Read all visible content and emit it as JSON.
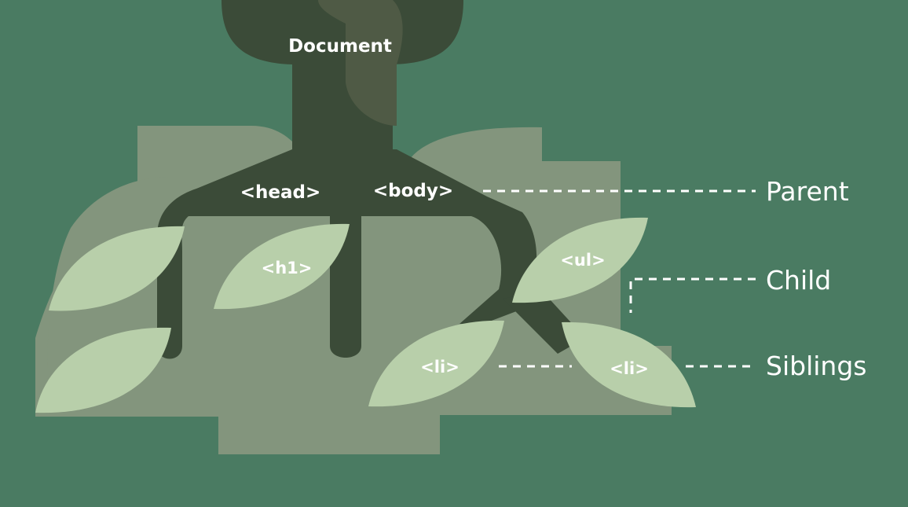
{
  "diagram": {
    "root_label": "Document",
    "nodes": {
      "head": "<head>",
      "body": "<body>",
      "h1": "<h1>",
      "ul": "<ul>",
      "li_left": "<li>",
      "li_right": "<li>"
    },
    "relations": {
      "parent": "Parent",
      "child": "Child",
      "siblings": "Siblings"
    }
  },
  "colors": {
    "background": "#4a7b62",
    "foliage": "#83957d",
    "trunk_dark": "#3b4b38",
    "trunk_light": "#4f5a45",
    "leaf": "#b8cfaa",
    "text": "#ffffff"
  }
}
